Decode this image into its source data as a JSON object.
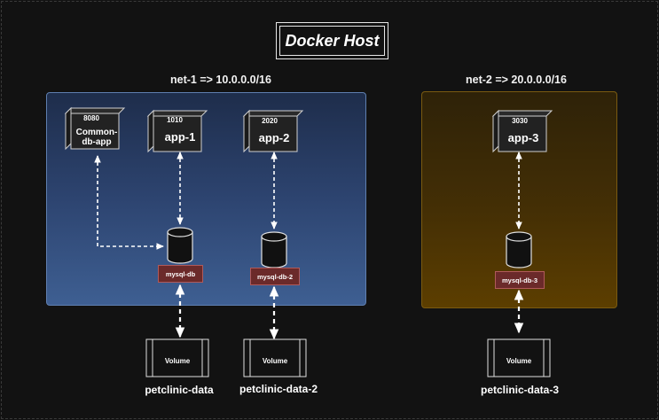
{
  "title": "Docker Host",
  "networks": [
    {
      "label": "net-1 => 10.0.0.0/16"
    },
    {
      "label": "net-2 => 20.0.0.0/16"
    }
  ],
  "containers": [
    {
      "port": "8080",
      "name_line1": "Common-",
      "name_line2": "db-app"
    },
    {
      "port": "1010",
      "name": "app-1"
    },
    {
      "port": "2020",
      "name": "app-2"
    },
    {
      "port": "3030",
      "name": "app-3"
    }
  ],
  "databases": [
    {
      "label": "mysql-db"
    },
    {
      "label": "mysql-db-2"
    },
    {
      "label": "mysql-db-3"
    }
  ],
  "volumes": [
    {
      "shape_label": "Volume",
      "name": "petclinic-data"
    },
    {
      "shape_label": "Volume",
      "name": "petclinic-data-2"
    },
    {
      "shape_label": "Volume",
      "name": "petclinic-data-3"
    }
  ],
  "colors": {
    "background": "#121212",
    "net1_fill": "#3e5f92",
    "net2_fill": "#5c3e00",
    "db_label_fill": "#6b2a2a"
  }
}
